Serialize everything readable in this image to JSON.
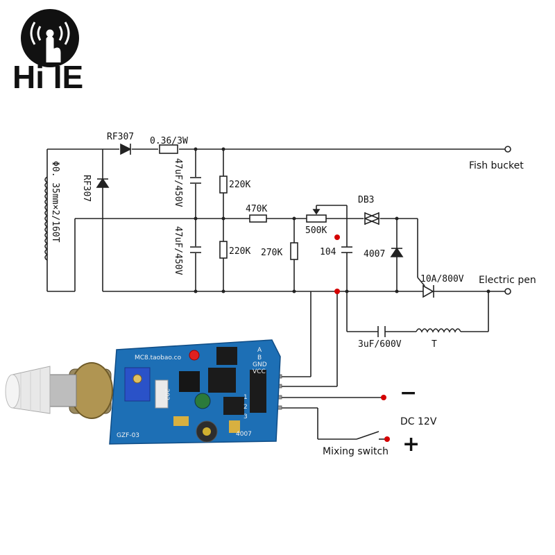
{
  "logo": {
    "text": "Hi IE",
    "icon": "wireless-signal-hand-icon"
  },
  "circuit": {
    "diode_top": "RF307",
    "resistor_top": "0.36/3W",
    "diode_vertical": "RF307",
    "cap_upper": "47uF/450V",
    "cap_lower": "47uF/450V",
    "res_220k_upper": "220K",
    "res_220k_lower": "220K",
    "res_470k": "470K",
    "res_270k": "270K",
    "pot_500k": "500K",
    "diac": "DB3",
    "cap_104": "104",
    "diode_4007": "4007",
    "triac": "10A/800V",
    "cap_3uf": "3uF/600V",
    "transformer_T": "T",
    "coil_spec": "Φ0. 35mm×2/160T",
    "terminal_fish": "Fish bucket",
    "terminal_pen": "Electric pen",
    "supply_label": "DC 12V",
    "minus_sign": "−",
    "plus_sign": "+",
    "mixing_switch": "Mixing switch"
  },
  "pcb": {
    "site": "MC8.taobao.co",
    "pins": [
      "A",
      "B",
      "GND",
      "VCC"
    ],
    "model": "GZF-03",
    "ic_code": "4007",
    "smd_code": "202",
    "nums": [
      "1",
      "2",
      "3"
    ]
  },
  "colors": {
    "pcb": "#1d6fb5",
    "wire": "#222222",
    "dot": "#d40000",
    "knob": "#e8e8e8",
    "trimmer": "#2a52c8"
  }
}
